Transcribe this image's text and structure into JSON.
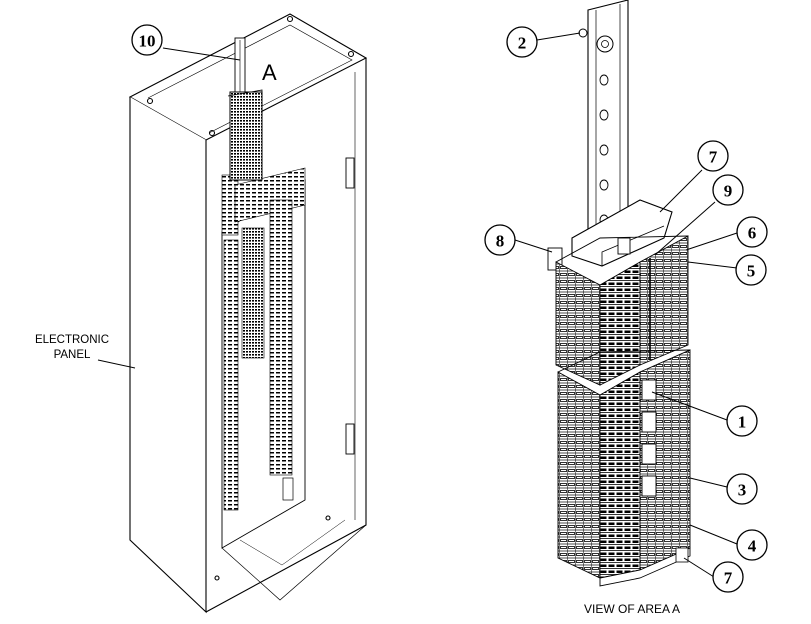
{
  "labels": {
    "electronic_panel_line1": "ELECTRONIC",
    "electronic_panel_line2": "PANEL",
    "area_letter": "A",
    "view_caption": "VIEW OF AREA  A"
  },
  "callouts": {
    "c10": "10",
    "c2": "2",
    "c7_top": "7",
    "c9": "9",
    "c8": "8",
    "c6": "6",
    "c5": "5",
    "c1": "1",
    "c3": "3",
    "c4": "4",
    "c7_bottom": "7"
  }
}
